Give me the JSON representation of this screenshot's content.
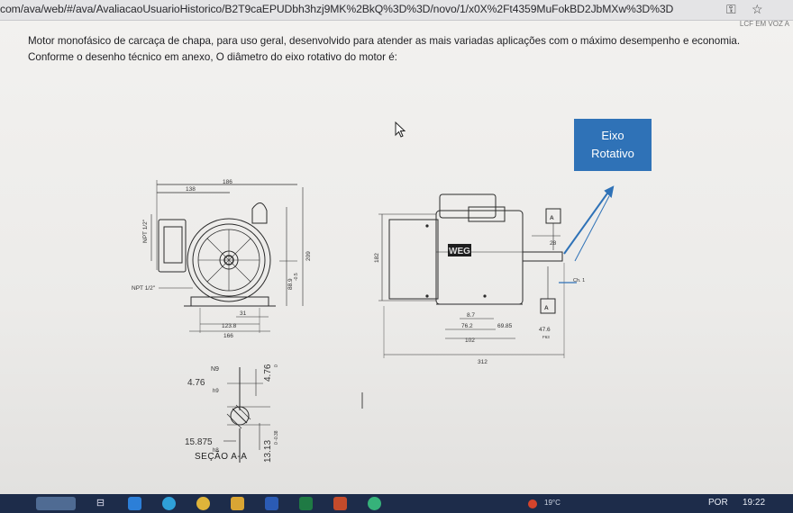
{
  "browser": {
    "url": "com/ava/web/#/ava/AvaliacaoUsuarioHistorico/B2T9caEPUDbh3hzj9MK%2BkQ%3D%3D/novo/1/x0X%2Ft4359MuFokBD2JbMXw%3D%3D"
  },
  "question": {
    "line1": "Motor monofásico de carcaça de chapa, para uso geral, desenvolvido para atender as mais variadas aplicações com o máximo desempenho e economia.",
    "line2": "Conforme o desenho técnico em anexo, O diâmetro do eixo rotativo do motor é:",
    "corner_fragment": "LCF EM VOZ A"
  },
  "callout": {
    "line1": "Eixo",
    "line2": "Rotativo",
    "color": "#2f72b7"
  },
  "front_view": {
    "dim_186": "186",
    "dim_138": "138",
    "npt_side": "NPT 1/2\"",
    "npt_bottom": "NPT 1/2\"",
    "dim_209": "209",
    "dim_88_9": "88.9",
    "dim_88_9_tol": "-0.5",
    "dim_31": "31",
    "dim_123_8": "123.8",
    "dim_166": "166"
  },
  "side_view": {
    "logo": "WEG",
    "dim_182": "182",
    "label_a_top": "A",
    "label_a_bottom": "A",
    "dim_28": "28",
    "dim_ch1": "Ch. 1",
    "dim_8_7": "8.7",
    "dim_76_2": "76.2",
    "dim_69_85": "69.85",
    "dim_102": "102",
    "dim_47_6": "47.6",
    "dim_47_6_sub": "F63",
    "dim_312": "312"
  },
  "section_view": {
    "title": "SEÇÃO A-A",
    "dim_4_76_left": "4.76",
    "dim_n9": "N9",
    "dim_h9": "h9",
    "dim_4_76_top": "4.76",
    "dim_4_76_top_tol": "0",
    "dim_15_875": "15.875",
    "dim_h8": "h8",
    "dim_13_13": "13.13",
    "dim_13_13_tol": "0 -0.38"
  },
  "taskbar": {
    "temp": "19°C",
    "lang": "POR",
    "clock": "19:22",
    "bg": "#1d2c4a"
  }
}
